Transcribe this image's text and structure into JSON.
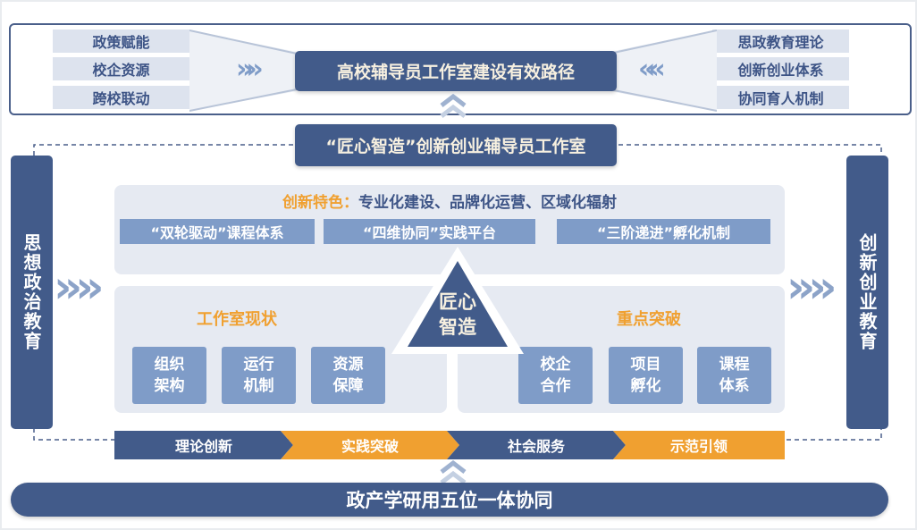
{
  "top": {
    "title": "高校辅导员工作室建设有效路径",
    "left_items": [
      "政策赋能",
      "校企资源",
      "跨校联动"
    ],
    "right_items": [
      "思政教育理论",
      "创新创业体系",
      "协同育人机制"
    ]
  },
  "studio": {
    "title": "“匠心智造”创新创业辅导员工作室"
  },
  "side": {
    "left": "思想政治教育",
    "right": "创新创业教育"
  },
  "feature": {
    "label": "创新特色：",
    "text": "专业化建设、品牌化运营、区域化辐射",
    "tags": [
      "“双轮驱动”课程体系",
      "“四维协同”实践平台",
      "“三阶递进”孵化机制"
    ]
  },
  "core": {
    "line1": "匠心",
    "line2": "智造"
  },
  "status": {
    "title": "工作室现状",
    "items": [
      "组织架构",
      "运行机制",
      "资源保障"
    ]
  },
  "breakthrough": {
    "title": "重点突破",
    "items": [
      "校企合作",
      "项目孵化",
      "课程体系"
    ]
  },
  "process": [
    "理论创新",
    "实践突破",
    "社会服务",
    "示范引领"
  ],
  "bottom": {
    "title": "政产学研用五位一体协同"
  },
  "colors": {
    "navy": "#425b8a",
    "orange": "#f0a030",
    "light": "#7f9cc8",
    "panel": "#e6eaf2"
  }
}
